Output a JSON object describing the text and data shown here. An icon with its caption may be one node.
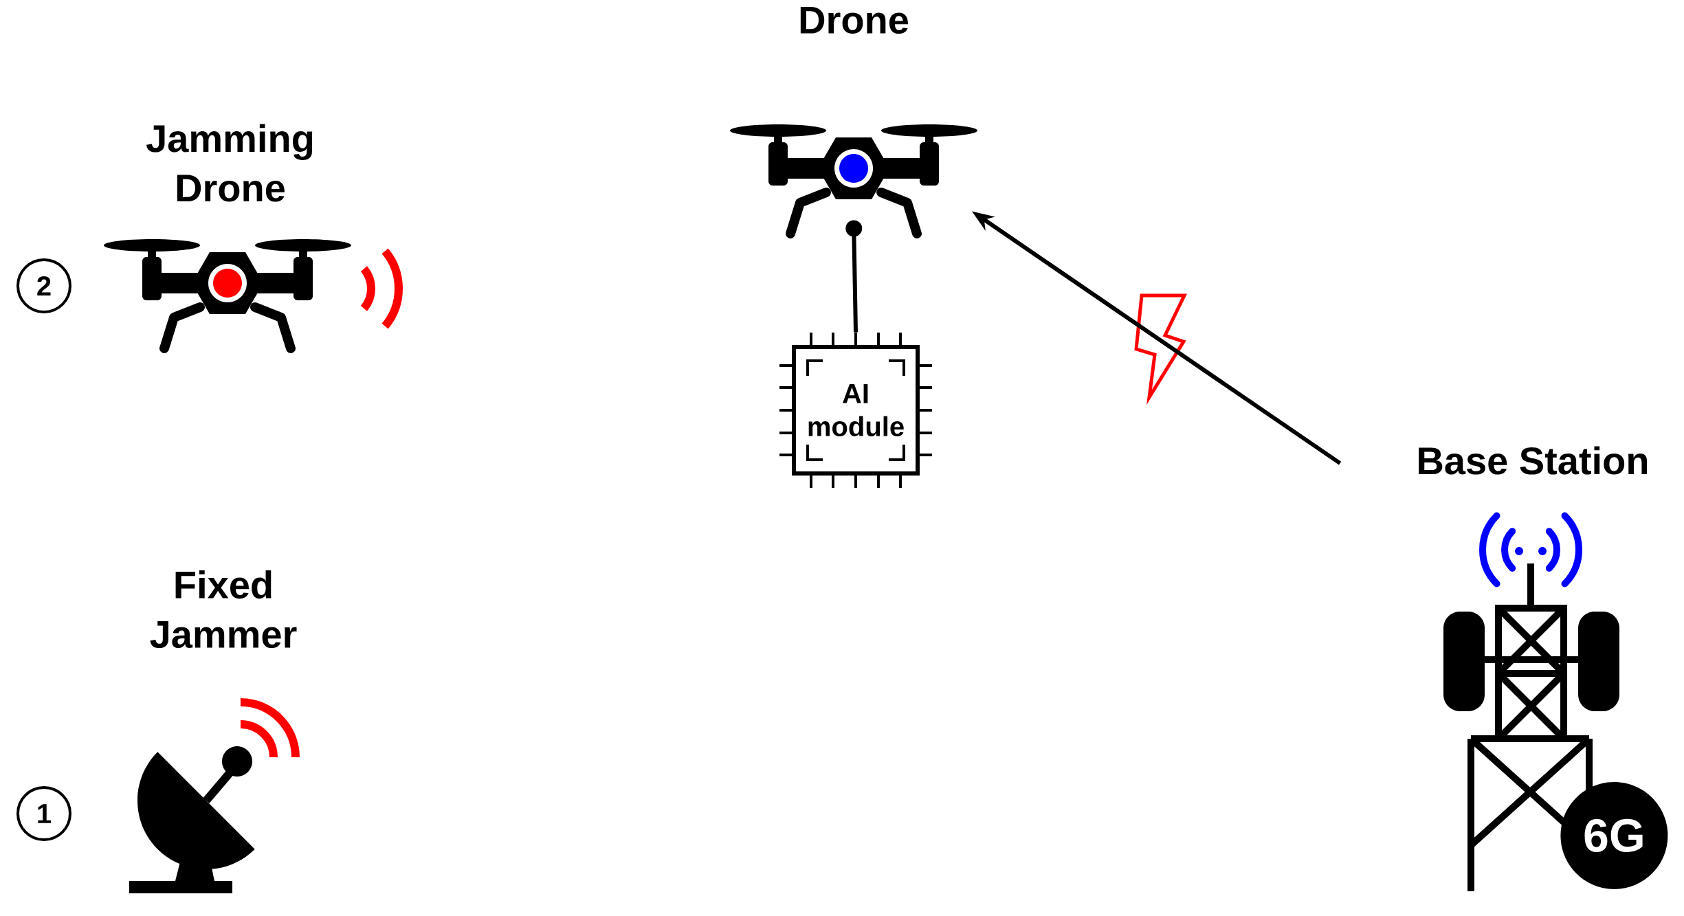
{
  "diagram": {
    "nodes": [
      {
        "text": [
          "Drone"
        ]
      },
      {
        "text": [
          "2"
        ]
      },
      {
        "text": [
          "Jamming Drone"
        ]
      },
      {
        "text": [
          "AI module"
        ]
      },
      {
        "text": [
          "Base Station"
        ]
      },
      {
        "text": [
          "1"
        ]
      },
      {
        "text": [
          "Fixed Jammer"
        ]
      },
      {
        "text": [
          "6G"
        ],
        "in": 4
      }
    ],
    "edges": [
      {
        "from": 0,
        "to": 3,
        "arrow": "other"
      },
      {
        "from": 4,
        "to": 0,
        "arrow": "to"
      }
    ]
  }
}
